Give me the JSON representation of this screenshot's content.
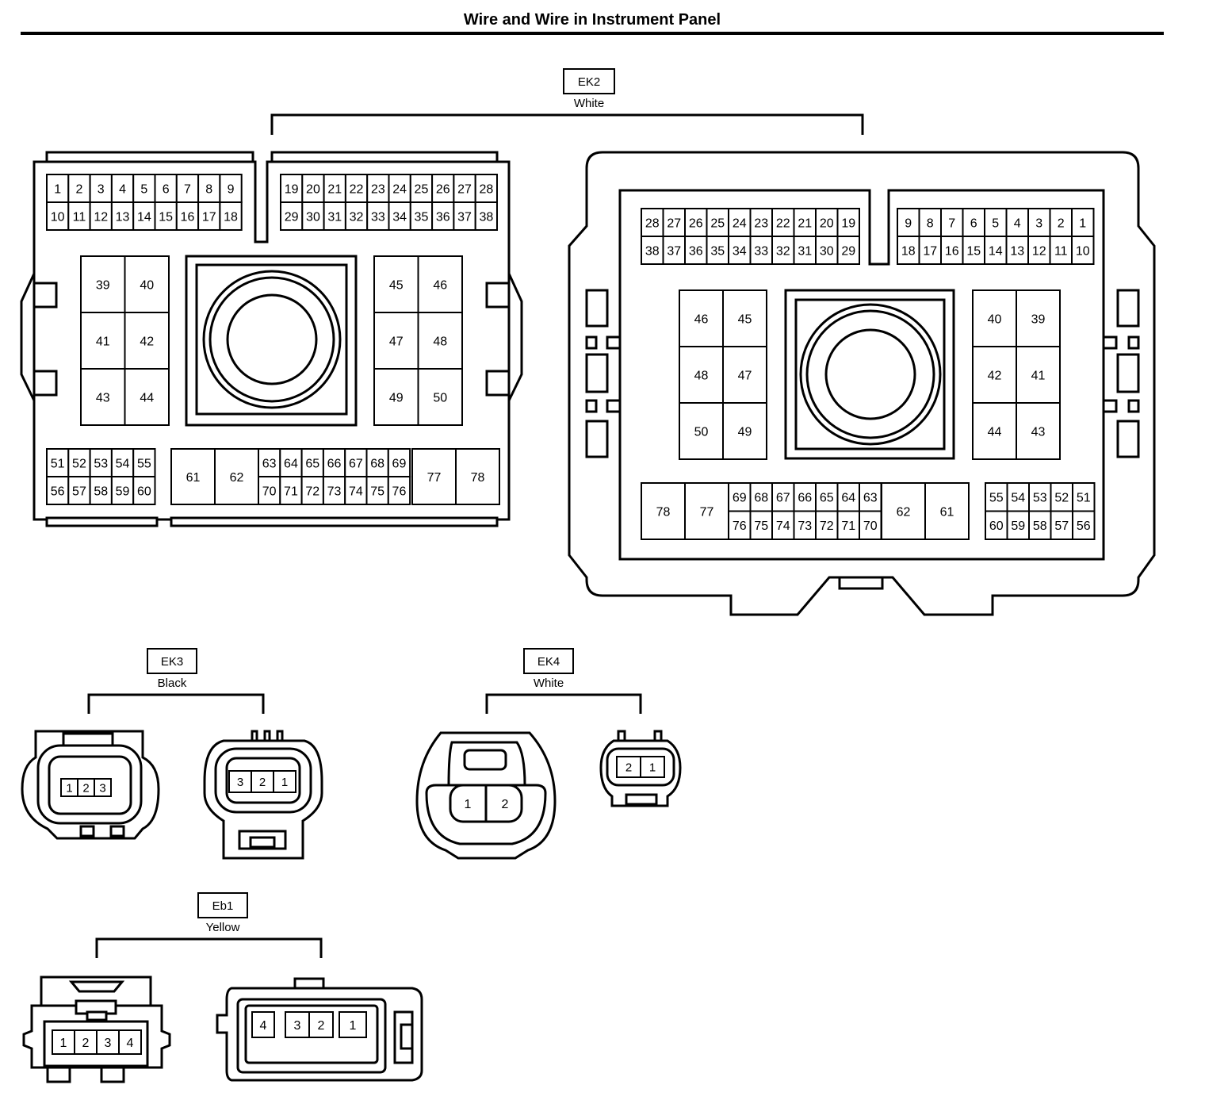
{
  "title": "Wire and Wire in Instrument Panel",
  "connectors": [
    {
      "id": "ek2",
      "code": "EK2",
      "color": "White"
    },
    {
      "id": "ek3",
      "code": "EK3",
      "color": "Black"
    },
    {
      "id": "ek4",
      "code": "EK4",
      "color": "White"
    },
    {
      "id": "eb1",
      "code": "Eb1",
      "color": "Yellow"
    }
  ],
  "ek2_pins": {
    "top_a": [
      [
        "1",
        "2",
        "3",
        "4",
        "5",
        "6",
        "7",
        "8",
        "9"
      ],
      [
        "10",
        "11",
        "12",
        "13",
        "14",
        "15",
        "16",
        "17",
        "18"
      ]
    ],
    "top_b": [
      [
        "19",
        "20",
        "21",
        "22",
        "23",
        "24",
        "25",
        "26",
        "27",
        "28"
      ],
      [
        "29",
        "30",
        "31",
        "32",
        "33",
        "34",
        "35",
        "36",
        "37",
        "38"
      ]
    ],
    "block_l": [
      [
        "39",
        "40"
      ],
      [
        "41",
        "42"
      ],
      [
        "43",
        "44"
      ]
    ],
    "block_r": [
      [
        "45",
        "46"
      ],
      [
        "47",
        "48"
      ],
      [
        "49",
        "50"
      ]
    ],
    "bot_a": [
      [
        "51",
        "52",
        "53",
        "54",
        "55"
      ],
      [
        "56",
        "57",
        "58",
        "59",
        "60"
      ]
    ],
    "bot_big": [
      "61",
      "62"
    ],
    "bot_b": [
      [
        "63",
        "64",
        "65",
        "66",
        "67",
        "68",
        "69"
      ],
      [
        "70",
        "71",
        "72",
        "73",
        "74",
        "75",
        "76"
      ]
    ],
    "bot_end": [
      "77",
      "78"
    ]
  },
  "ek2_mirror_pins": {
    "top_a": [
      [
        "28",
        "27",
        "26",
        "25",
        "24",
        "23",
        "22",
        "21",
        "20",
        "19"
      ],
      [
        "38",
        "37",
        "36",
        "35",
        "34",
        "33",
        "32",
        "31",
        "30",
        "29"
      ]
    ],
    "top_b": [
      [
        "9",
        "8",
        "7",
        "6",
        "5",
        "4",
        "3",
        "2",
        "1"
      ],
      [
        "18",
        "17",
        "16",
        "15",
        "14",
        "13",
        "12",
        "11",
        "10"
      ]
    ],
    "block_l": [
      [
        "46",
        "45"
      ],
      [
        "48",
        "47"
      ],
      [
        "50",
        "49"
      ]
    ],
    "block_r": [
      [
        "40",
        "39"
      ],
      [
        "42",
        "41"
      ],
      [
        "44",
        "43"
      ]
    ],
    "bot_start": [
      "78",
      "77"
    ],
    "bot_b": [
      [
        "69",
        "68",
        "67",
        "66",
        "65",
        "64",
        "63"
      ],
      [
        "76",
        "75",
        "74",
        "73",
        "72",
        "71",
        "70"
      ]
    ],
    "bot_big": [
      "62",
      "61"
    ],
    "bot_a": [
      [
        "55",
        "54",
        "53",
        "52",
        "51"
      ],
      [
        "60",
        "59",
        "58",
        "57",
        "56"
      ]
    ]
  },
  "ek3_pins": {
    "left": [
      "1",
      "2",
      "3"
    ],
    "right": [
      "3",
      "2",
      "1"
    ]
  },
  "ek4_pins": {
    "left": [
      "1",
      "2"
    ],
    "right": [
      "2",
      "1"
    ]
  },
  "eb1_pins": {
    "left": [
      "1",
      "2",
      "3",
      "4"
    ],
    "right": [
      "4",
      "3",
      "2",
      "1"
    ]
  }
}
